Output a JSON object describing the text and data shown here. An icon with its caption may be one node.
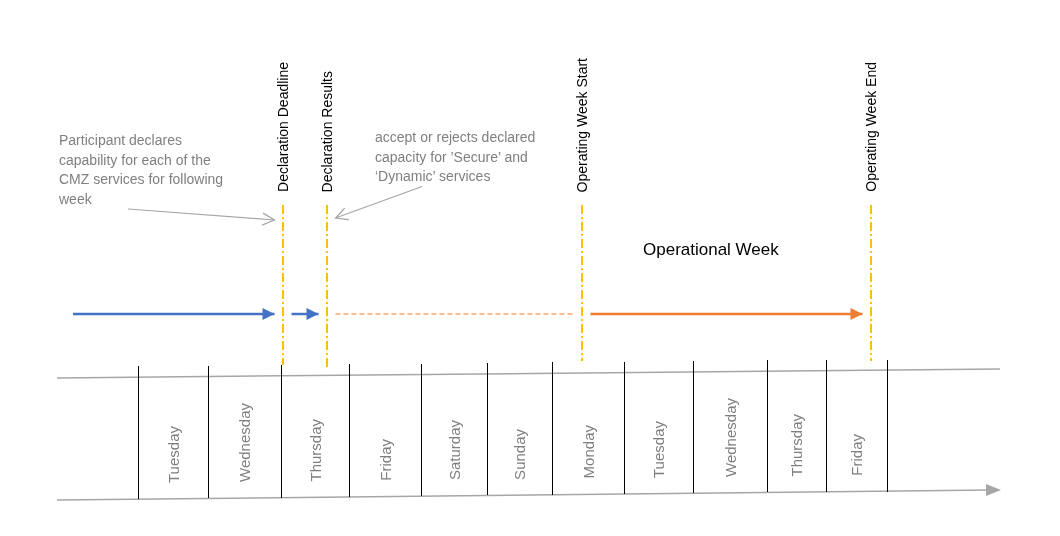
{
  "diagram": {
    "nodes": [
      {
        "text": [
          "Participant declares capability for each of the CMZ services for following week"
        ]
      },
      {
        "text": [
          "Declaration Deadline"
        ]
      },
      {
        "text": [
          "Declaration Results"
        ]
      },
      {
        "text": [
          "accept or rejects declared capacity for ’Secure’ and ‘Dynamic’ services"
        ]
      },
      {
        "text": [
          "Operating Week Start"
        ]
      },
      {
        "text": [
          "Operating Week End"
        ]
      },
      {
        "text": [
          "Tuesday"
        ]
      },
      {
        "text": [
          "Wednesday"
        ]
      },
      {
        "text": [
          "Thursday"
        ]
      },
      {
        "text": [
          "Friday"
        ]
      },
      {
        "text": [
          "Saturday"
        ]
      },
      {
        "text": [
          "Sunday"
        ]
      },
      {
        "text": [
          "Monday"
        ]
      },
      {
        "text": [
          "Tuesday"
        ]
      },
      {
        "text": [
          "Wednesday"
        ]
      },
      {
        "text": [
          "Thursday"
        ]
      },
      {
        "text": [
          "Friday"
        ]
      }
    ],
    "edges": [
      {
        "from": null,
        "to": 1,
        "arrow": "to",
        "color": "#4472c4"
      },
      {
        "from": 1,
        "to": 2,
        "arrow": "to",
        "color": "#4472c4"
      },
      {
        "from": 2,
        "to": 4,
        "arrow": "none",
        "style": "dashed",
        "color": "#ed7d31"
      },
      {
        "from": 4,
        "to": 5,
        "arrow": "to",
        "color": "#ed7d31",
        "label": "Operational Week"
      },
      {
        "from": 0,
        "to": 1,
        "arrow": "to",
        "color": "#a6a6a6"
      },
      {
        "from": 3,
        "to": 2,
        "arrow": "to",
        "color": "#a6a6a6"
      }
    ]
  }
}
